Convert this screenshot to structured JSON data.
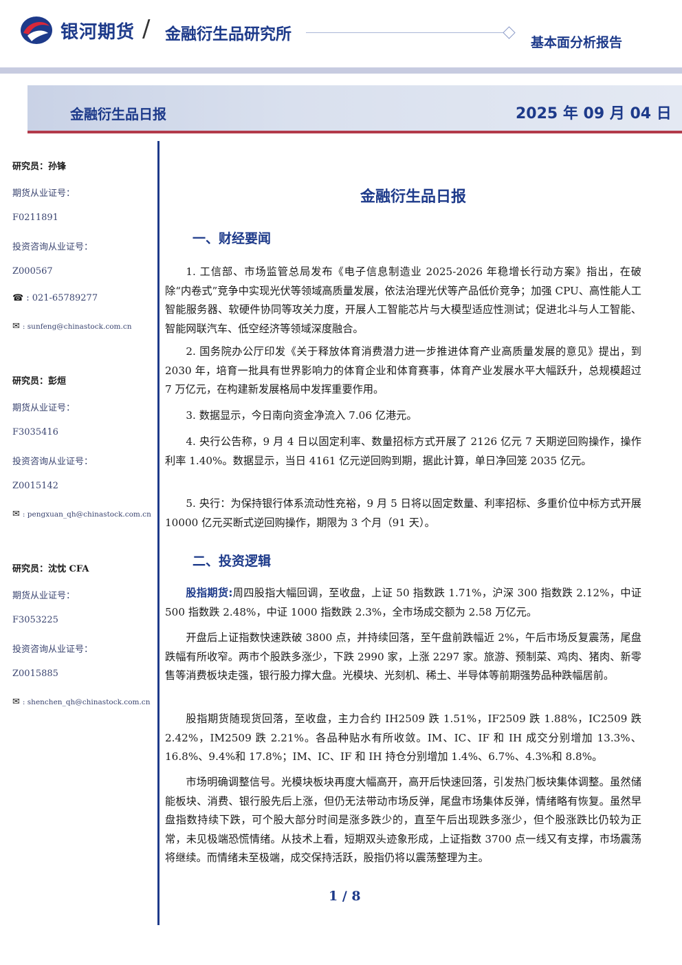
{
  "header": {
    "brand": "银河期货",
    "slash": "/",
    "institute": "金融衍生品研究所",
    "report_type": "基本面分析报告"
  },
  "banner": {
    "title": "金融衍生品日报",
    "date": "2025 年 09 月 04 日"
  },
  "sidebar": {
    "analysts": [
      {
        "name": "研究员：孙锋",
        "futures_label": "期货从业证号：",
        "futures_id": "F0211891",
        "consult_label": "投资咨询从业证号：",
        "consult_id": "Z000567",
        "phone": "021-65789277",
        "email": "sunfeng@chinastock.com.cn"
      },
      {
        "name": "研究员：彭烜",
        "futures_label": "期货从业证号：",
        "futures_id": "F3035416",
        "consult_label": "投资咨询从业证号：",
        "consult_id": "Z0015142",
        "email": "pengxuan_qh@chinastock.com.cn"
      },
      {
        "name": "研究员：沈忱  CFA",
        "futures_label": "期货从业证号：",
        "futures_id": "F3053225",
        "consult_label": "投资咨询从业证号：",
        "consult_id": "Z0015885",
        "email": "shenchen_qh@chinastock.com.cn"
      }
    ],
    "phone_icon": "phone-icon",
    "email_icon": "email-icon"
  },
  "main": {
    "title": "金融衍生品日报",
    "section1": {
      "heading": "一、财经要闻",
      "items": [
        "1. 工信部、市场监管总局发布《电子信息制造业 2025-2026 年稳增长行动方案》指出，在破除“内卷式”竞争中实现光伏等领域高质量发展，依法治理光伏等产品低价竞争；加强 CPU、高性能人工智能服务器、软硬件协同等攻关力度，开展人工智能芯片与大模型适应性测试；促进北斗与人工智能、智能网联汽车、低空经济等领域深度融合。",
        "2. 国务院办公厅印发《关于释放体育消费潜力进一步推进体育产业高质量发展的意见》提出，到 2030 年，培育一批具有世界影响力的体育企业和体育赛事，体育产业发展水平大幅跃升，总规模超过 7 万亿元，在构建新发展格局中发挥重要作用。",
        "3. 数据显示，今日南向资金净流入 7.06 亿港元。",
        "4. 央行公告称，9 月 4 日以固定利率、数量招标方式开展了 2126 亿元 7 天期逆回购操作，操作利率 1.40%。数据显示，当日 4161 亿元逆回购到期，据此计算，单日净回笼 2035 亿元。",
        "5. 央行：为保持银行体系流动性充裕，9 月 5 日将以固定数量、利率招标、多重价位中标方式开展 10000 亿元买断式逆回购操作，期限为 3 个月（91 天）。"
      ]
    },
    "section2": {
      "heading": "二、投资逻辑",
      "lead": "股指期货:",
      "lead_text": "周四股指大幅回调，至收盘，上证 50 指数跌 1.71%，沪深 300 指数跌 2.12%，中证 500 指数跌 2.48%，中证 1000 指数跌 2.3%，全市场成交额为 2.58 万亿元。",
      "paragraphs": [
        "开盘后上证指数快速跌破 3800 点，并持续回落，至午盘前跌幅近 2%，午后市场反复震荡，尾盘跌幅有所收窄。两市个股跌多涨少，下跌 2990 家，上涨 2297 家。旅游、预制菜、鸡肉、猪肉、新零售等消费板块走强，银行股力撑大盘。光模块、光刻机、稀土、半导体等前期强势品种跌幅居前。",
        "股指期货随现货回落，至收盘，主力合约 IH2509 跌 1.51%，IF2509 跌 1.88%，IC2509 跌 2.42%，IM2509 跌 2.21%。各品种贴水有所收敛。IM、IC、IF 和 IH 成交分别增加 13.3%、16.8%、9.4%和 17.8%；IM、IC、IF 和 IH 持仓分别增加 1.4%、6.7%、4.3%和 8.8%。",
        "市场明确调整信号。光模块板块再度大幅高开，高开后快速回落，引发热门板块集体调整。虽然储能板块、消费、银行股先后上涨，但仍无法带动市场反弹，尾盘市场集体反弹，情绪略有恢复。虽然早盘指数持续下跌，可个股大部分时间是涨多跌少的，直至午后出现跌多涨少，但个股涨跌比仍较为正常，未见极端恐慌情绪。从技术上看，短期双头迹象形成，上证指数 3700 点一线又有支撑，市场震荡将继续。而情绪未至极端，成交保持活跃，股指仍将以震荡整理为主。"
      ]
    }
  },
  "footer": {
    "page": "1 / 8"
  }
}
